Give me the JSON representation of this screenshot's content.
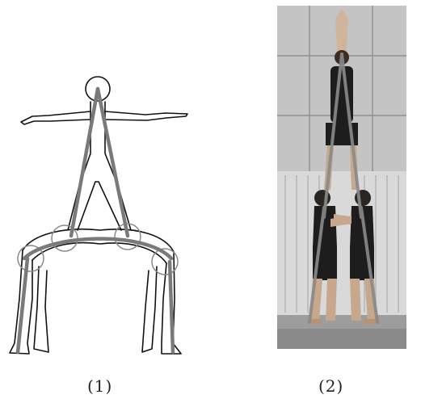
{
  "figure": {
    "panels": [
      {
        "label": "(1)",
        "kind": "line drawing"
      },
      {
        "label": "(2)",
        "kind": "photograph"
      }
    ],
    "colors": {
      "outline": "#111111",
      "skeleton_line": "#7a7a7a",
      "joint_circle": "#8a8a8a",
      "photo_background": "#b9b9b9",
      "performer_clothing": "#1d1d1d"
    }
  }
}
